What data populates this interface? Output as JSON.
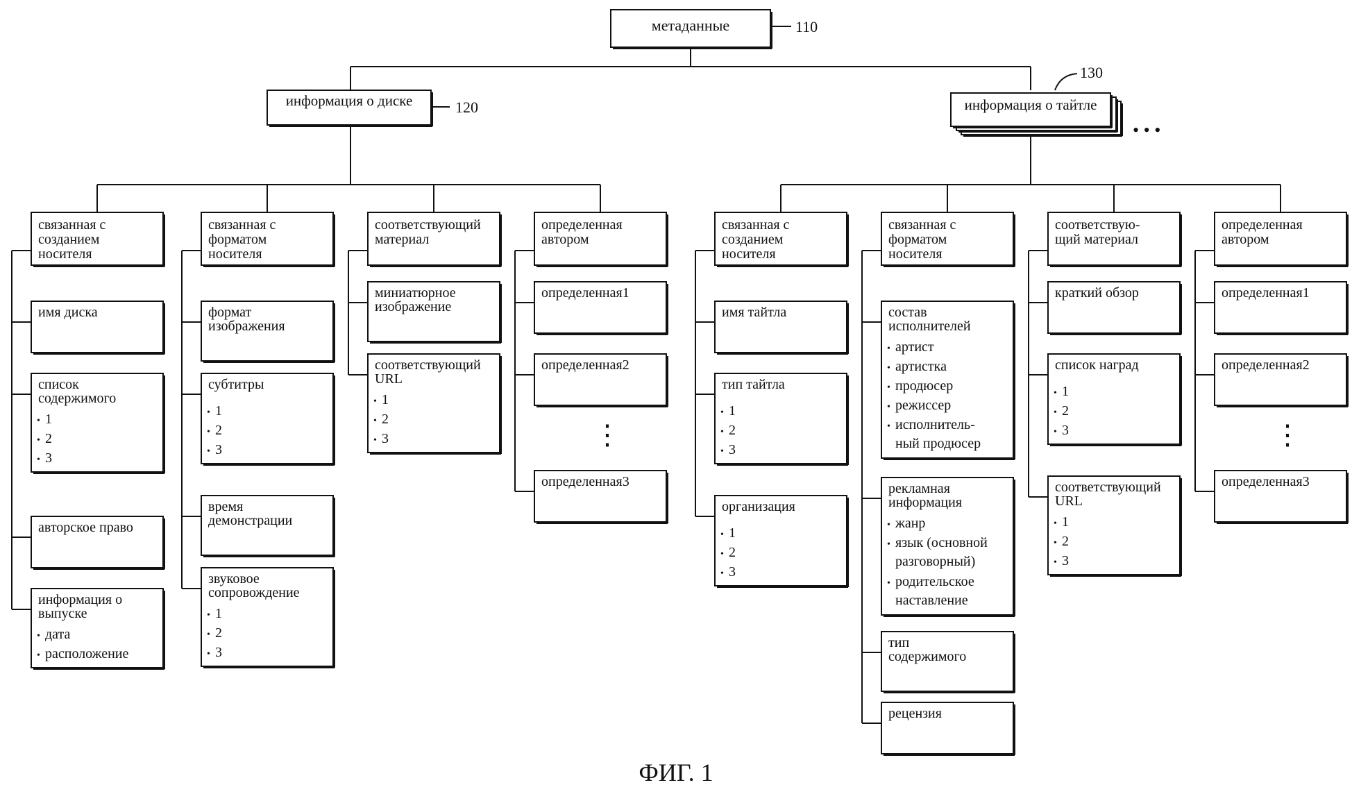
{
  "root": {
    "label": "метаданные",
    "ref": "110"
  },
  "disc_info": {
    "label": "информация о диске",
    "ref": "120"
  },
  "title_info": {
    "label": "информация о тайтле",
    "ref": "130",
    "ellipsis": "• • •"
  },
  "disc_groups": [
    {
      "header": [
        "связанная с",
        "созданием",
        "носителя"
      ],
      "items": [
        {
          "title": [
            "имя диска"
          ],
          "bullets": []
        },
        {
          "title": [
            "список",
            "содержимого"
          ],
          "bullets": [
            "1",
            "2",
            "3"
          ]
        },
        {
          "title": [
            "авторское право"
          ],
          "bullets": []
        },
        {
          "title": [
            "информация о",
            "выпуске"
          ],
          "bullets": [
            "дата",
            "расположение"
          ]
        }
      ]
    },
    {
      "header": [
        "связанная с",
        "форматом",
        "носителя"
      ],
      "items": [
        {
          "title": [
            "формат",
            "изображения"
          ],
          "bullets": []
        },
        {
          "title": [
            "субтитры"
          ],
          "bullets": [
            "1",
            "2",
            "3"
          ]
        },
        {
          "title": [
            "время",
            "демонстрации"
          ],
          "bullets": []
        },
        {
          "title": [
            "звуковое",
            "сопровождение"
          ],
          "bullets": [
            "1",
            "2",
            "3"
          ]
        }
      ]
    },
    {
      "header": [
        "соответствующий",
        "материал"
      ],
      "items": [
        {
          "title": [
            "миниатюрное",
            "изображение"
          ],
          "bullets": []
        },
        {
          "title": [
            "соответствующий",
            "URL"
          ],
          "bullets": [
            "1",
            "2",
            "3"
          ]
        }
      ]
    },
    {
      "header": [
        "определенная",
        "автором"
      ],
      "items": [
        {
          "title": [
            "определенная1"
          ],
          "bullets": []
        },
        {
          "title": [
            "определенная2"
          ],
          "bullets": []
        },
        {
          "title": [
            "определенная3"
          ],
          "bullets": []
        }
      ]
    }
  ],
  "title_groups": [
    {
      "header": [
        "связанная с",
        "созданием",
        "носителя"
      ],
      "items": [
        {
          "title": [
            "имя тайтла"
          ],
          "bullets": []
        },
        {
          "title": [
            "тип тайтла"
          ],
          "bullets": [
            "1",
            "2",
            "3"
          ]
        },
        {
          "title": [
            "организация"
          ],
          "bullets": [
            "1",
            "2",
            "3"
          ]
        }
      ]
    },
    {
      "header": [
        "связанная с",
        "форматом",
        "носителя"
      ],
      "items": [
        {
          "title": [
            "состав",
            "исполнителей"
          ],
          "bullets": [
            "артист",
            "артистка",
            "продюсер",
            "режиссер",
            "исполнитель-|ный продюсер"
          ]
        },
        {
          "title": [
            "рекламная",
            "информация"
          ],
          "bullets": [
            "жанр",
            "язык (основной|разговорный)",
            "родительское|наставление"
          ]
        },
        {
          "title": [
            "тип",
            "содержимого"
          ],
          "bullets": []
        },
        {
          "title": [
            "рецензия"
          ],
          "bullets": []
        }
      ]
    },
    {
      "header": [
        "соответствую-",
        "щий материал"
      ],
      "items": [
        {
          "title": [
            "краткий обзор"
          ],
          "bullets": []
        },
        {
          "title": [
            "список наград"
          ],
          "bullets": [
            "1",
            "2",
            "3"
          ]
        },
        {
          "title": [
            "соответствующий",
            "URL"
          ],
          "bullets": [
            "1",
            "2",
            "3"
          ]
        }
      ]
    },
    {
      "header": [
        "определенная",
        "автором"
      ],
      "items": [
        {
          "title": [
            "определенная1"
          ],
          "bullets": []
        },
        {
          "title": [
            "определенная2"
          ],
          "bullets": []
        },
        {
          "title": [
            "определенная3"
          ],
          "bullets": []
        }
      ]
    }
  ],
  "vdots": "⋮",
  "caption": "ФИГ. 1"
}
